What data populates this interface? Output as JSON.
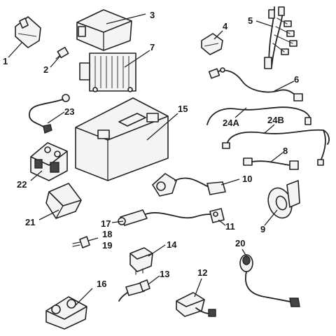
{
  "callouts": {
    "c1": "1",
    "c2": "2",
    "c3": "3",
    "c4": "4",
    "c5": "5",
    "c6": "6",
    "c7": "7",
    "c8": "8",
    "c9": "9",
    "c10": "10",
    "c11": "11",
    "c12": "12",
    "c13": "13",
    "c14": "14",
    "c15": "15",
    "c16": "16",
    "c17": "17",
    "c18": "18",
    "c19": "19",
    "c20": "20",
    "c21": "21",
    "c22": "22",
    "c23": "23",
    "c24a": "24A",
    "c24b": "24B"
  }
}
